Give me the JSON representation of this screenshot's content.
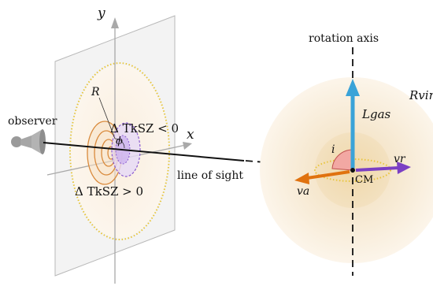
{
  "labels": {
    "y_axis": "y",
    "x_axis": "x",
    "observer": "observer",
    "radius": "R",
    "angle_phi": "ϕ",
    "ksz_negative": "Δ TkSZ < 0",
    "ksz_positive": "Δ TkSZ > 0",
    "line_of_sight": "line of sight",
    "rotation_axis": "rotation axis",
    "r_vir": "Rvir",
    "l_gas": "Lgas",
    "inclination": "i",
    "v_r": "vr",
    "v_a": "va",
    "center_of_mass": "CM"
  },
  "colors": {
    "plane_fill": "#eeeeee",
    "plane_edge": "#b8b8b8",
    "halo_outer": "#fbf3e6",
    "halo_inner": "#f3e2c3",
    "dotted_ring": "#e8c53a",
    "orange_arrow": "#e0720f",
    "blue_arrow": "#3aa3d8",
    "purple_arrow": "#7b3fc4",
    "angle_wedge": "#f0a3a0",
    "ksz_neg_fill": "#d9c8f0",
    "ksz_pos_ring": "#d98a3c"
  }
}
